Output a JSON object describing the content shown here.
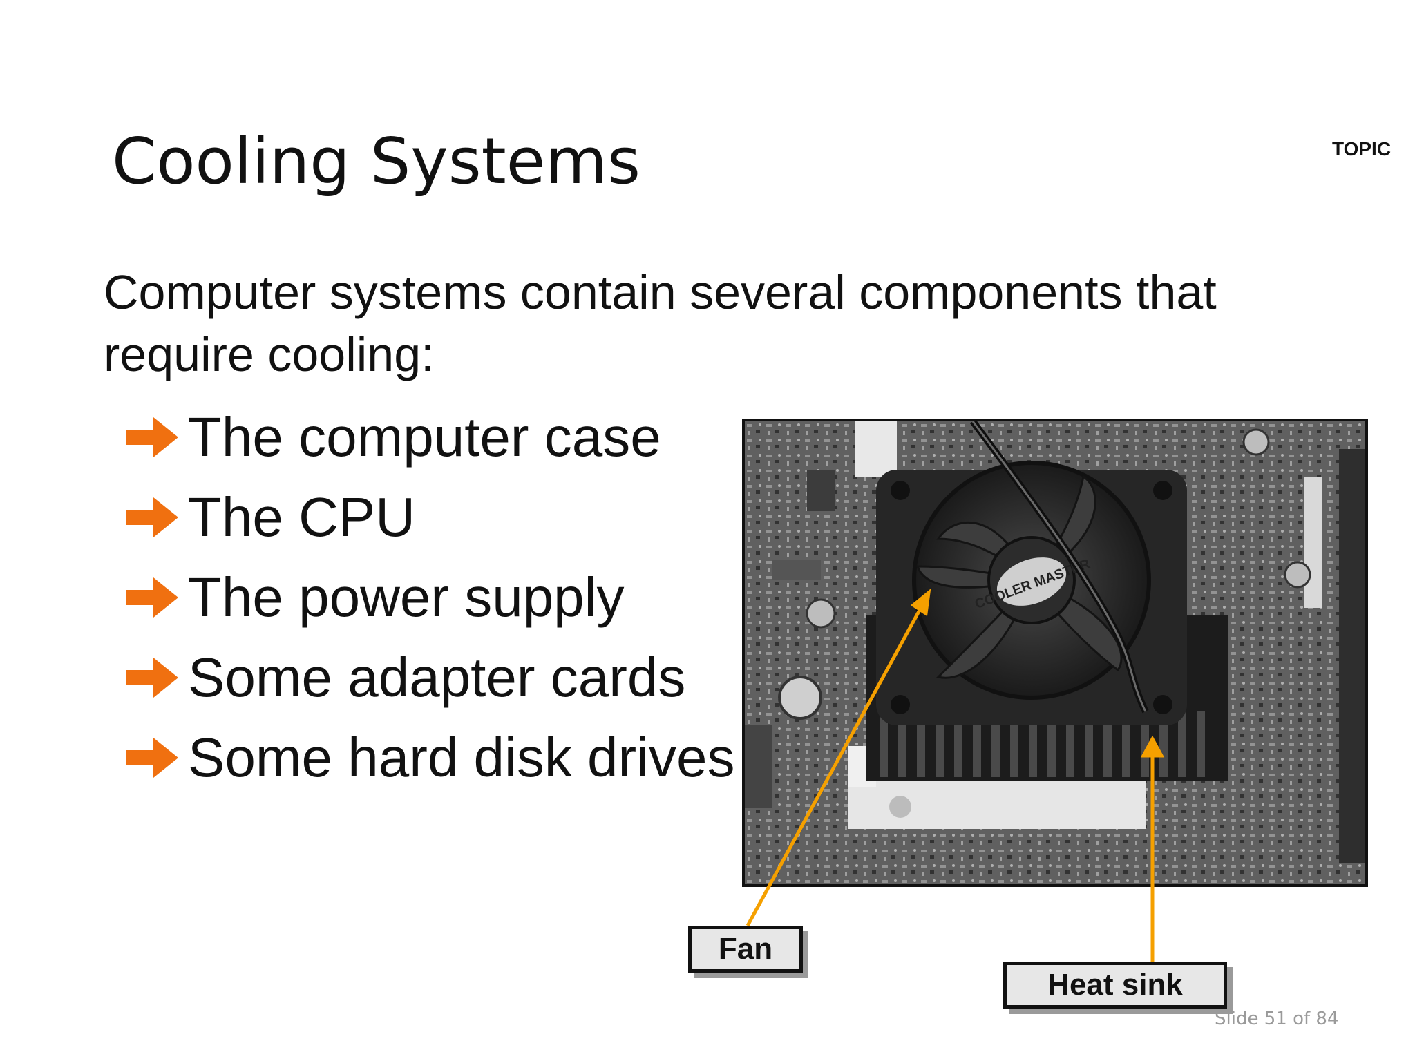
{
  "slide": {
    "title": "Cooling Systems",
    "topic_tag": "TOPIC",
    "intro": "Computer systems contain several components that require cooling:",
    "bullets": [
      "The computer case",
      "The CPU",
      "The power supply",
      "Some adapter cards",
      "Some hard disk drives"
    ],
    "bullet_icon": "right-arrow-icon",
    "accent_color": "#f07010",
    "callout_color": "#f5a000",
    "image": {
      "fan_text": "COOLER MASTER",
      "callouts": {
        "fan": "Fan",
        "heat_sink": "Heat sink"
      }
    },
    "footer": "Slide 51 of 84"
  }
}
